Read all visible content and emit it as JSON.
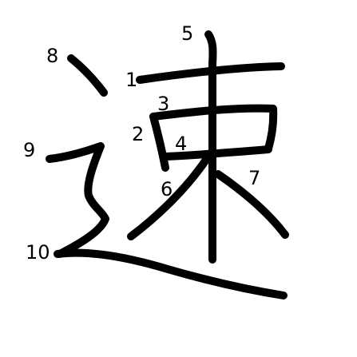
{
  "character": "速",
  "stroke_color": "#000000",
  "background_color": "#ffffff",
  "stroke_numbers": {
    "s1": "1",
    "s2": "2",
    "s3": "3",
    "s4": "4",
    "s5": "5",
    "s6": "6",
    "s7": "7",
    "s8": "8",
    "s9": "9",
    "s10": "10"
  }
}
